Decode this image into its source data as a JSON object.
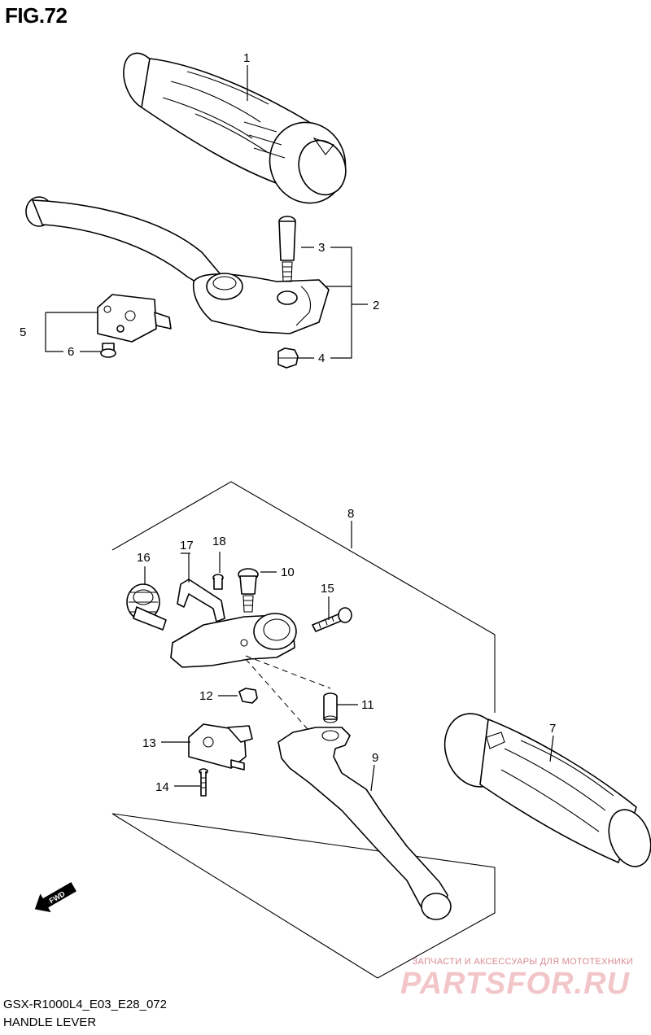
{
  "figure_title": "FIG.72",
  "diagram_code": "GSX-R1000L4_E03_E28_072",
  "diagram_name": "HANDLE LEVER",
  "fwd_label": "FWD",
  "watermark": {
    "tagline": "ЗАПЧАСТИ И АКСЕССУАРЫ ДЛЯ МОТОТЕХНИКИ",
    "brand": "PARTSFOR.RU"
  },
  "callouts": {
    "c1": "1",
    "c2": "2",
    "c3": "3",
    "c4": "4",
    "c5": "5",
    "c6": "6",
    "c7": "7",
    "c8": "8",
    "c9": "9",
    "c10": "10",
    "c11": "11",
    "c12": "12",
    "c13": "13",
    "c14": "14",
    "c15": "15",
    "c16": "16",
    "c17": "17",
    "c18": "18"
  }
}
